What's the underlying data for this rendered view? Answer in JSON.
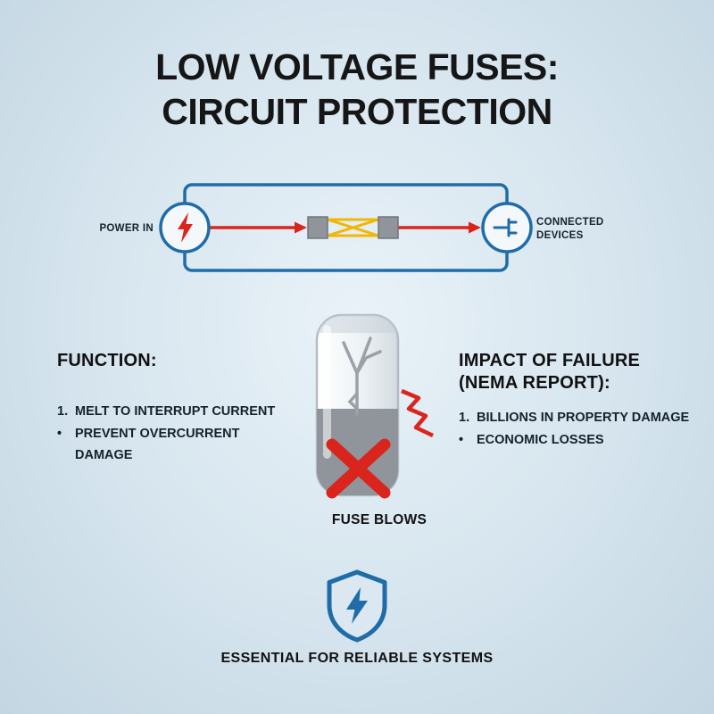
{
  "title": {
    "line1": "LOW VOLTAGE FUSES:",
    "line2": "CIRCUIT PROTECTION"
  },
  "circuit": {
    "power_in": "POWER IN",
    "connected_devices": "CONNECTED DEVICES"
  },
  "function_section": {
    "heading": "FUNCTION:",
    "items": [
      {
        "marker": "1.",
        "text": "MELT TO INTERRUPT CURRENT"
      },
      {
        "marker": "•",
        "text": "PREVENT OVERCURRENT DAMAGE"
      }
    ]
  },
  "impact_section": {
    "heading_line1": "IMPACT OF FAILURE",
    "heading_line2": "(NEMA REPORT):",
    "items": [
      {
        "marker": "1.",
        "text": "BILLIONS IN PROPERTY DAMAGE"
      },
      {
        "marker": "•",
        "text": "ECONOMIC LOSSES"
      }
    ]
  },
  "fuse": {
    "caption": "FUSE BLOWS"
  },
  "footer": {
    "text": "ESSENTIAL FOR RELIABLE SYSTEMS"
  },
  "colors": {
    "accent_blue": "#1f6ca8",
    "alert_red": "#d9251d",
    "fuse_yellow": "#f2b705",
    "metal_gray": "#8f959a",
    "background": "#d9e7f0"
  }
}
